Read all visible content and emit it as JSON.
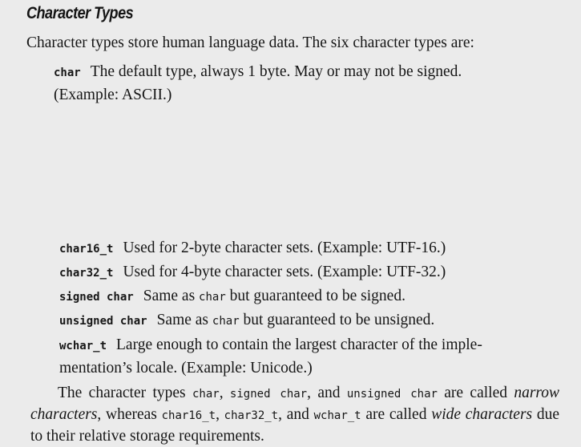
{
  "heading": "Character Types",
  "intro": "Character types store human language data. The six character types are:",
  "types": [
    {
      "term": "char",
      "desc_line1": "The default type, always 1 byte. May or may not be signed.",
      "desc_line2": "(Example: ASCII.)"
    },
    {
      "term": "char16_t",
      "desc": "Used for 2-byte character sets. (Example: UTF-16.)"
    },
    {
      "term": "char32_t",
      "desc": "Used for 4-byte character sets. (Example: UTF-32.)"
    },
    {
      "term": "signed char",
      "desc_before": "Same as",
      "desc_code": "char",
      "desc_after": "but guaranteed to be signed."
    },
    {
      "term": "unsigned char",
      "desc_before": "Same as",
      "desc_code": "char",
      "desc_after": "but guaranteed to be unsigned."
    },
    {
      "term": "wchar_t",
      "desc_line1": "Large enough to contain the largest character of the imple-",
      "desc_line2": "mentation’s locale. (Example: Unicode.)"
    }
  ],
  "closing": {
    "t1": "The character types",
    "c1": "char",
    "t2": ",",
    "c2": "signed char",
    "t3": ", and",
    "c3": "unsigned char",
    "t4": "are called",
    "em1": "narrow characters",
    "t5": ", whereas",
    "c4": "char16_t",
    "t6": ",",
    "c5": "char32_t",
    "t7": ", and",
    "c6": "wchar_t",
    "t8": "are called",
    "em2": "wide characters",
    "t9": "due to their relative storage requirements."
  }
}
